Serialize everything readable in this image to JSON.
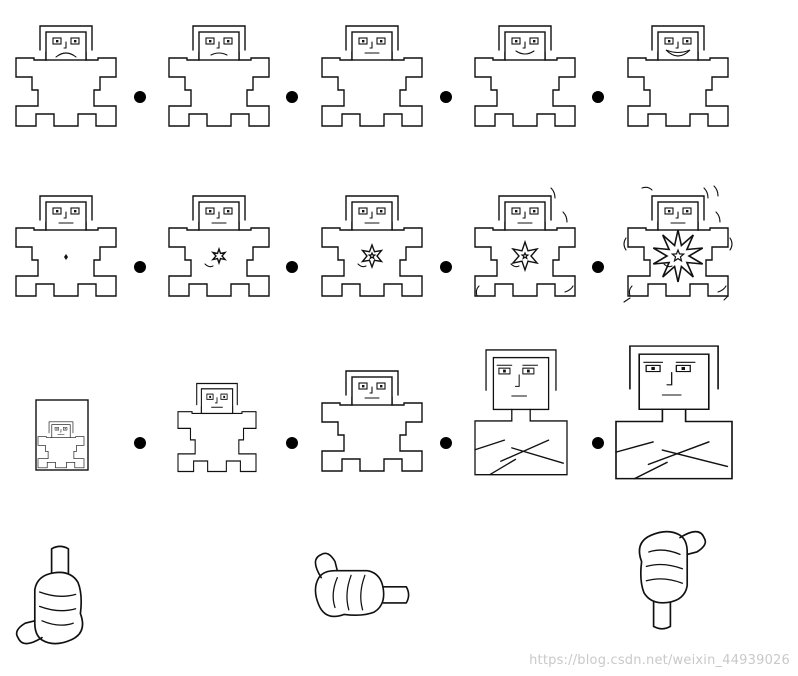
{
  "watermark": "https://blog.csdn.net/weixin_44939026",
  "rows": [
    {
      "name": "mood-scale",
      "figures": [
        {
          "variant": "mood",
          "mood": "very-sad"
        },
        {
          "variant": "mood",
          "mood": "sad"
        },
        {
          "variant": "mood",
          "mood": "neutral"
        },
        {
          "variant": "mood",
          "mood": "happy"
        },
        {
          "variant": "mood",
          "mood": "very-happy"
        }
      ]
    },
    {
      "name": "tension-scale",
      "figures": [
        {
          "variant": "tension",
          "level": 0
        },
        {
          "variant": "tension",
          "level": 1
        },
        {
          "variant": "tension",
          "level": 2
        },
        {
          "variant": "tension",
          "level": 3
        },
        {
          "variant": "tension",
          "level": 4
        }
      ]
    },
    {
      "name": "dominance-scale",
      "figures": [
        {
          "variant": "size",
          "level": 0
        },
        {
          "variant": "size",
          "level": 1
        },
        {
          "variant": "size",
          "level": 2
        },
        {
          "variant": "size",
          "level": 3
        },
        {
          "variant": "size",
          "level": 4
        }
      ]
    }
  ],
  "hands": [
    {
      "gesture": "thumbs-down",
      "icon": "thumbs-down-icon"
    },
    {
      "gesture": "thumbs-sideways",
      "icon": "thumbs-sideways-icon"
    },
    {
      "gesture": "thumbs-up",
      "icon": "thumbs-up-icon"
    }
  ],
  "colors": {
    "ink": "#111111",
    "background": "#ffffff",
    "watermark": "#c9c9c9"
  }
}
